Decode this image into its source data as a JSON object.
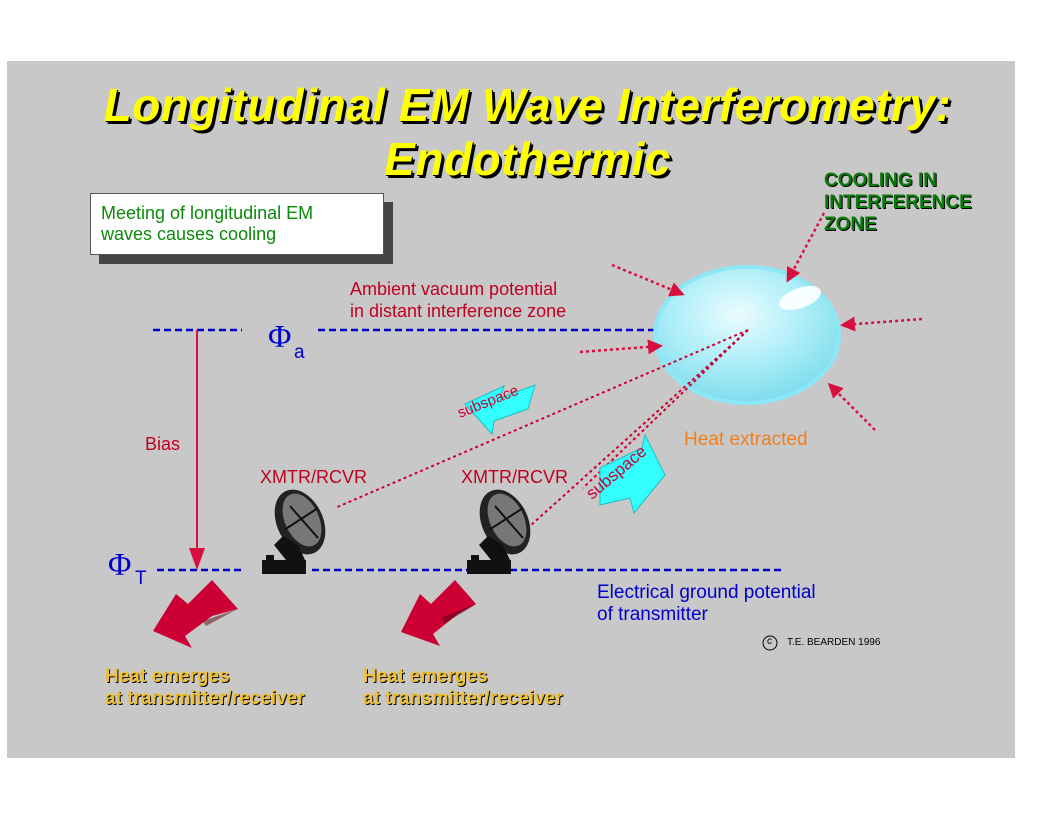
{
  "title_line1": "Longitudinal EM Wave Interferometry:",
  "title_line2": "Endothermic",
  "cooling_label": [
    "COOLING IN",
    "INTERFERENCE",
    "ZONE"
  ],
  "box_text": [
    "Meeting of longitudinal EM",
    "waves causes cooling"
  ],
  "ambient_label": [
    "Ambient vacuum potential",
    "in distant interference zone"
  ],
  "phi_a": {
    "symbol": "Φ",
    "sub": "a"
  },
  "phi_t": {
    "symbol": "Φ",
    "sub": "T"
  },
  "bias_label": "Bias",
  "subspace_label": "subspace",
  "heat_extracted": "Heat extracted",
  "xmtr1": "XMTR/RCVR",
  "xmtr2": "XMTR/RCVR",
  "ground_label": [
    "Electrical ground potential",
    "of transmitter"
  ],
  "copyright_symbol": "c",
  "copyright_text": "T.E. BEARDEN 1996",
  "heat_emerges_1": [
    "Heat emerges",
    "at transmitter/receiver"
  ],
  "heat_emerges_2": [
    "Heat emerges",
    "at transmitter/receiver"
  ],
  "colors": {
    "background": "#c8c8c8",
    "title": "#ffff00",
    "dashed_line": "#0000cc",
    "arrow": "#cc0033",
    "sphere": "#b8f0f8",
    "subspace_arrow": "#33ffff"
  }
}
